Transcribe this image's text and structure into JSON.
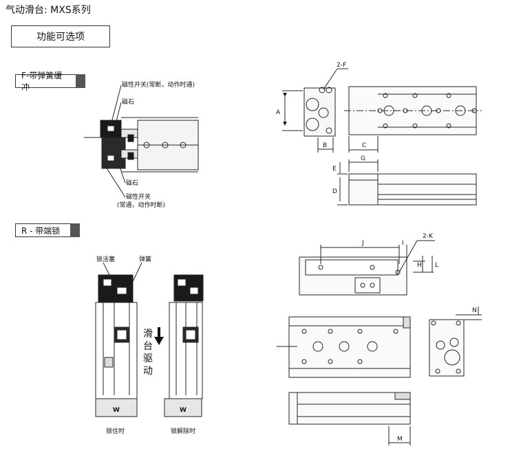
{
  "page": {
    "title": "气动滑台: MXS系列",
    "function_box": "功能可选项"
  },
  "section_f": {
    "tab": "F-带弹簧缓冲",
    "labels": {
      "switch_top": "磁性开关(常断，动作时通)",
      "magnet_top": "磁石",
      "magnet_bottom": "磁石",
      "switch_bottom_1": "磁性开关",
      "switch_bottom_2": "(常通，动作时断)"
    },
    "dims": {
      "a": "A",
      "b": "B",
      "c": "C",
      "d": "D",
      "e": "E",
      "g": "G",
      "two_f": "2-F"
    }
  },
  "section_r": {
    "tab": "R - 带端锁",
    "labels": {
      "piston": "锁活塞",
      "spring": "弹簧",
      "locked": "锁住时",
      "released": "锁解除时",
      "w_left": "W",
      "w_right": "W",
      "slide_drive": "滑台驱动"
    },
    "dims": {
      "j": "J",
      "i": "I",
      "two_k": "2-K",
      "h": "H",
      "l": "L",
      "n": "N",
      "m": "M"
    }
  },
  "colors": {
    "line": "#222222",
    "dark": "#1a1a1a",
    "gray": "#bdbdbd",
    "light": "#e6e6e6"
  }
}
